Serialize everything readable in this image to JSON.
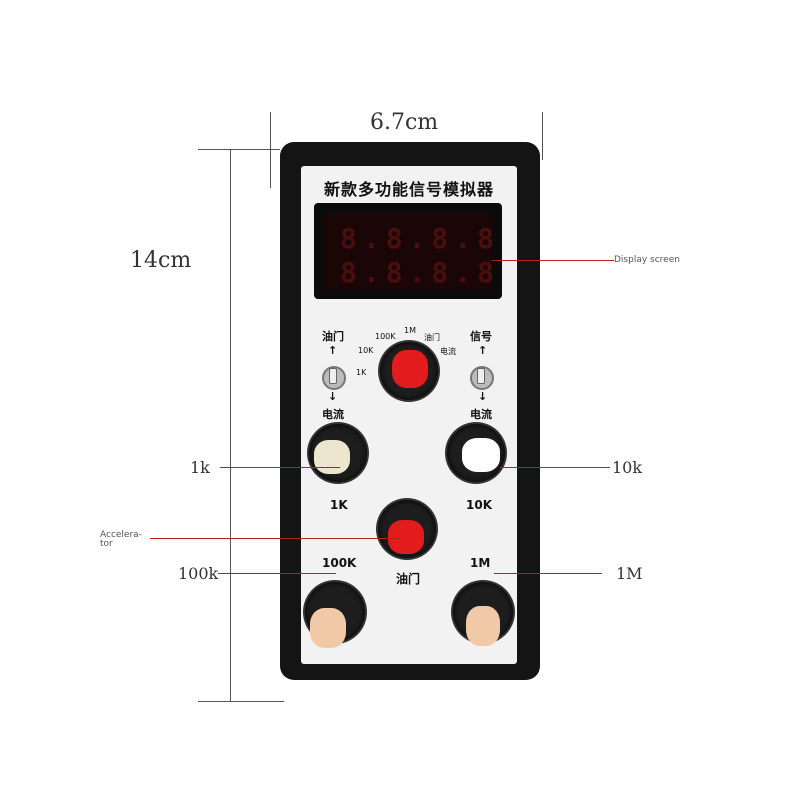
{
  "dimensions": {
    "width_label": "6.7cm",
    "height_label": "14cm"
  },
  "device": {
    "title": "新款多功能信号模拟器",
    "display_digits_top": "8.8.8.8",
    "display_digits_bottom": "8.8.8.8",
    "left_switch": {
      "top_label": "油门",
      "bottom_label": "电流"
    },
    "right_switch": {
      "top_label": "信号",
      "bottom_label": "电流"
    },
    "selector": {
      "positions": [
        "1K",
        "10K",
        "100K",
        "1M",
        "油门",
        "电流"
      ]
    },
    "knob_labels": {
      "k1": "1K",
      "k10": "10K",
      "throttle": "油门",
      "k100": "100K",
      "m1": "1M"
    }
  },
  "callouts": {
    "display": "Display screen",
    "k1": "1k",
    "k10": "10k",
    "accelerator_line1": "Accelera-",
    "accelerator_line2": "tor",
    "k100": "100k",
    "m1": "1M"
  },
  "colors": {
    "body": "#141414",
    "panel": "#f2f2f2",
    "red_knob": "#e21c1c",
    "callout_line": "#b22222"
  }
}
